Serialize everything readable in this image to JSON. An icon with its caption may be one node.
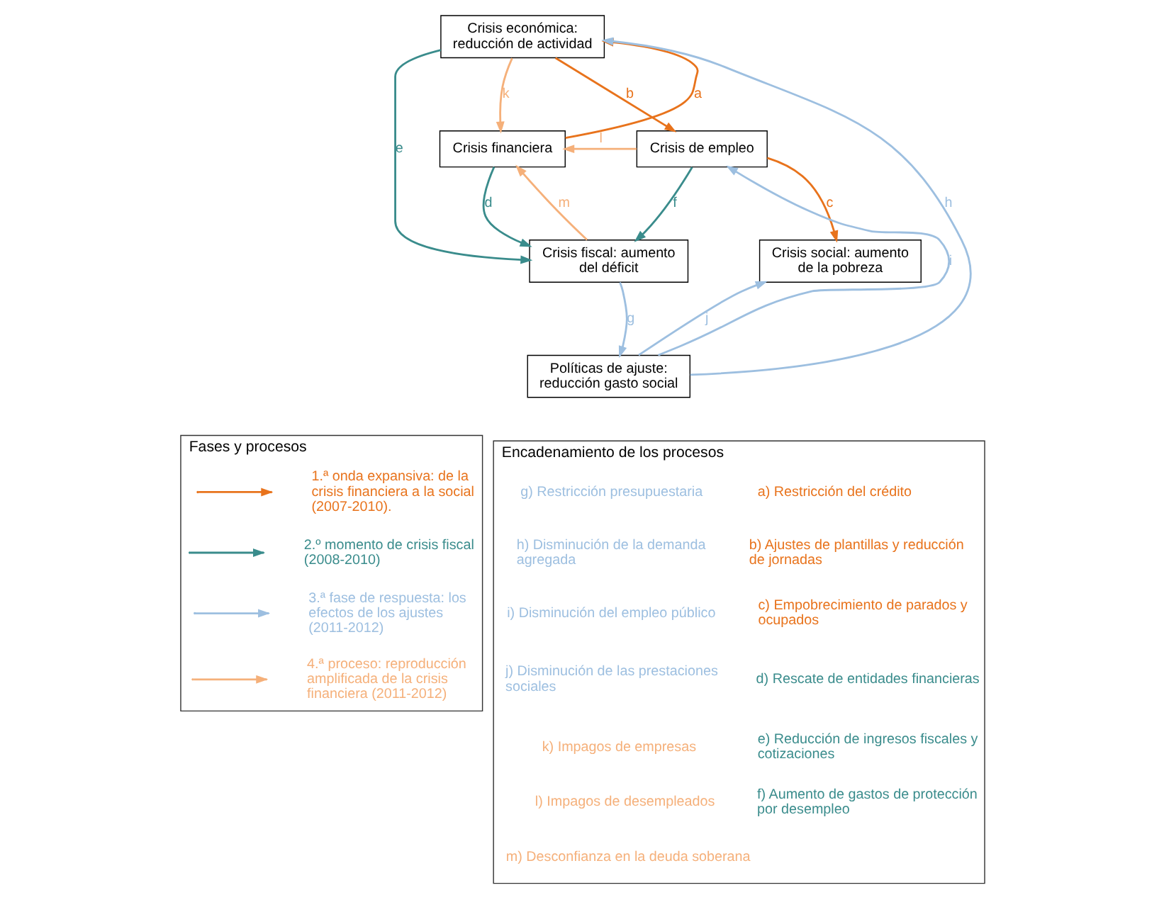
{
  "diagram": {
    "nodes": [
      {
        "text": [
          "Crisis económica: reducción de actividad"
        ]
      },
      {
        "text": [
          "Crisis financiera"
        ]
      },
      {
        "text": [
          "Crisis de empleo"
        ]
      },
      {
        "text": [
          "Crisis fiscal: aumento del déficit"
        ]
      },
      {
        "text": [
          "Crisis social: aumento de la pobreza"
        ]
      },
      {
        "text": [
          "Políticas de ajuste: reducción gasto social"
        ]
      },
      {
        "text": [
          "Fases y procesos"
        ]
      },
      {
        "text": [
          "Encadenamiento de los procesos"
        ]
      }
    ],
    "edges": [
      {
        "from": 1,
        "to": 0,
        "arrow": "to",
        "label": "a",
        "color": "#e8731c"
      },
      {
        "from": 0,
        "to": 2,
        "arrow": "to",
        "label": "b",
        "color": "#e8731c"
      },
      {
        "from": 2,
        "to": 4,
        "arrow": "to",
        "label": "c",
        "color": "#e8731c"
      },
      {
        "from": 1,
        "to": 3,
        "arrow": "to",
        "label": "d",
        "color": "#3a8c8c"
      },
      {
        "from": 0,
        "to": 3,
        "arrow": "to",
        "label": "e",
        "color": "#3a8c8c"
      },
      {
        "from": 2,
        "to": 3,
        "arrow": "to",
        "label": "f",
        "color": "#3a8c8c"
      },
      {
        "from": 3,
        "to": 5,
        "arrow": "to",
        "label": "g",
        "color": "#9dbfe0"
      },
      {
        "from": 5,
        "to": 0,
        "arrow": "to",
        "label": "h",
        "color": "#9dbfe0"
      },
      {
        "from": 5,
        "to": 2,
        "arrow": "to",
        "label": "i",
        "color": "#9dbfe0"
      },
      {
        "from": 5,
        "to": 4,
        "arrow": "to",
        "label": "j",
        "color": "#9dbfe0"
      },
      {
        "from": 0,
        "to": 1,
        "arrow": "to",
        "label": "k",
        "color": "#f5b07a"
      },
      {
        "from": 2,
        "to": 1,
        "arrow": "to",
        "label": "l",
        "color": "#f5b07a"
      },
      {
        "from": 3,
        "to": 1,
        "arrow": "to",
        "label": "m",
        "color": "#f5b07a"
      }
    ],
    "labels": [
      "a) Restricción del crédito",
      "b) Ajustes de plantillas y reducción de jornadas",
      "c) Empobrecimiento de parados y ocupados",
      "d) Rescate de entidades financieras",
      "e) Reducción de ingresos fiscales y cotizaciones",
      "f) Aumento de gastos de protección por desempleo",
      "g) Restricción presupuestaria",
      "h) Disminución de la demanda agregada",
      "i) Disminución del empleo público",
      "j) Disminución de las prestaciones sociales",
      "k) Impagos de empresas",
      "l) Impagos de desempleados",
      "m) Desconfianza en la deuda soberana"
    ],
    "legend": [
      {
        "text": "1.ª onda expansiva: de la crisis financiera a la social (2007-2010).",
        "color": "#e8731c"
      },
      {
        "text": "2.º momento de crisis fiscal (2008-2010)",
        "color": "#3a8c8c"
      },
      {
        "text": "3.ª fase de respuesta: los efectos de los ajustes (2011-2012)",
        "color": "#9dbfe0"
      },
      {
        "text": "4.ª proceso: reproducción amplificada de la crisis financiera (2011-2012)",
        "color": "#f5b07a"
      }
    ]
  }
}
